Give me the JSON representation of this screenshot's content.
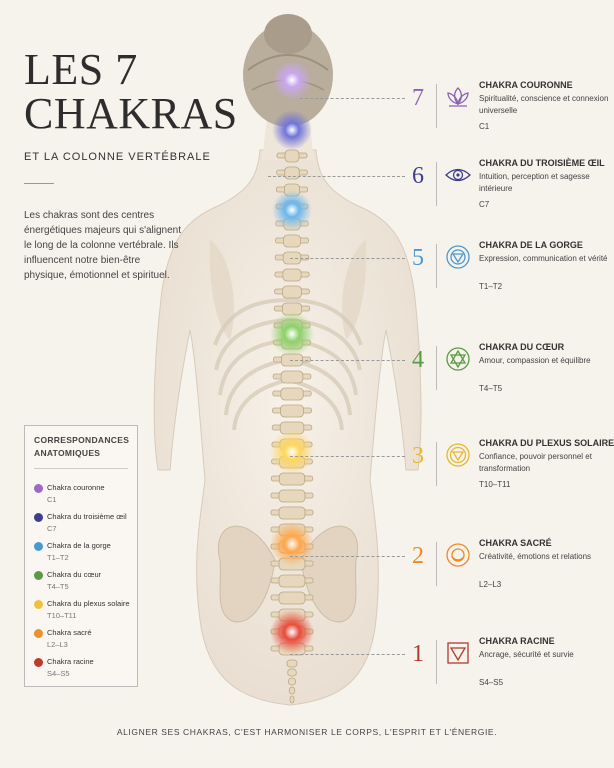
{
  "title_line1": "LES 7",
  "title_line2": "CHAKRAS",
  "subtitle": "ET LA COLONNE VERTÉBRALE",
  "intro": "Les chakras sont des centres énergétiques majeurs qui s'alignent le long de la colonne vertébrale. Ils influencent notre bien-être physique, émotionnel et spirituel.",
  "legend": {
    "title": "CORRESPONDANCES ANATOMIQUES",
    "items": [
      {
        "name": "Chakra couronne",
        "code": "C1",
        "color": "#9b6bc4"
      },
      {
        "name": "Chakra du troisième œil",
        "code": "C7",
        "color": "#3e3f8c"
      },
      {
        "name": "Chakra de la gorge",
        "code": "T1–T2",
        "color": "#4a9ad0"
      },
      {
        "name": "Chakra du cœur",
        "code": "T4–T5",
        "color": "#5a9a45"
      },
      {
        "name": "Chakra du plexus solaire",
        "code": "T10–T11",
        "color": "#f0c23b"
      },
      {
        "name": "Chakra sacré",
        "code": "L2–L3",
        "color": "#f0902a"
      },
      {
        "name": "Chakra racine",
        "code": "S4–S5",
        "color": "#c0392b"
      }
    ]
  },
  "chakras": [
    {
      "number": "7",
      "name": "CHAKRA COURONNE",
      "desc": "Spiritualité, conscience et connexion universelle",
      "code": "C1",
      "color": "#8a63b5",
      "icon": "lotus-icon"
    },
    {
      "number": "6",
      "name": "CHAKRA DU TROISIÈME ŒIL",
      "desc": "Intuition, perception et sagesse intérieure",
      "code": "C7",
      "color": "#3e3f8c",
      "icon": "eye-icon"
    },
    {
      "number": "5",
      "name": "CHAKRA DE LA GORGE",
      "desc": "Expression, communication et vérité",
      "code": "T1–T2",
      "color": "#4a9ad0",
      "icon": "throat-chakra-icon"
    },
    {
      "number": "4",
      "name": "CHAKRA DU CŒUR",
      "desc": "Amour, compassion et équilibre",
      "code": "T4–T5",
      "color": "#5a9a45",
      "icon": "heart-chakra-icon"
    },
    {
      "number": "3",
      "name": "CHAKRA DU PLEXUS SOLAIRE",
      "desc": "Confiance, pouvoir personnel et transformation",
      "code": "T10–T11",
      "color": "#e8b830",
      "icon": "solar-plexus-icon"
    },
    {
      "number": "2",
      "name": "CHAKRA SACRÉ",
      "desc": "Créativité, émotions et relations",
      "code": "L2–L3",
      "color": "#ec8a26",
      "icon": "sacral-chakra-icon"
    },
    {
      "number": "1",
      "name": "CHAKRA RACINE",
      "desc": "Ancrage, sécurité et survie",
      "code": "S4–S5",
      "color": "#b23a2e",
      "icon": "root-chakra-icon"
    }
  ],
  "footer": "ALIGNER SES CHAKRAS, C'EST HARMONISER LE CORPS, L'ESPRIT ET L'ÉNERGIE."
}
